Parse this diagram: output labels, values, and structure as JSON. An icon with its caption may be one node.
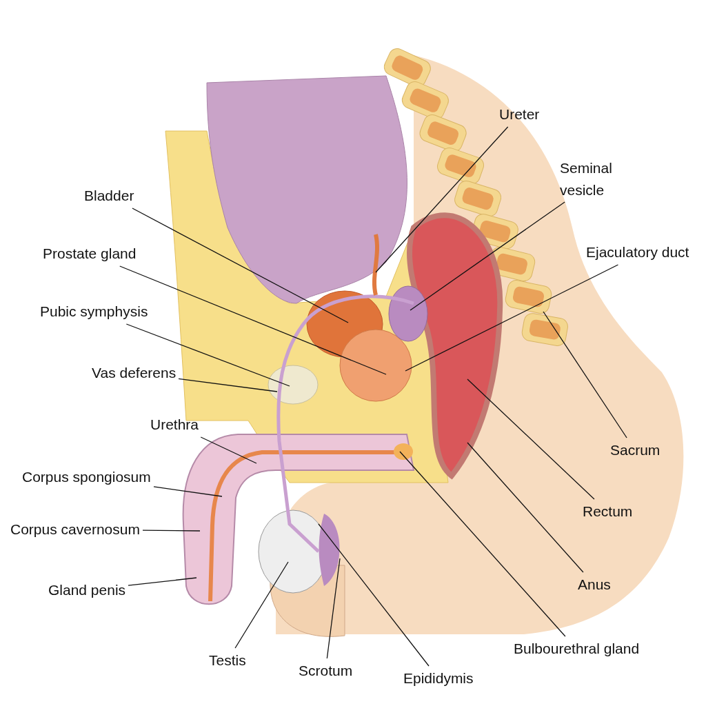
{
  "diagram": {
    "nodes": [
      {
        "text": [
          "Ureter"
        ]
      },
      {
        "text": [
          "Seminal vesicle"
        ]
      },
      {
        "text": [
          "Bladder"
        ]
      },
      {
        "text": [
          "Ejaculatory duct"
        ]
      },
      {
        "text": [
          "Prostate gland"
        ]
      },
      {
        "text": [
          "Pubic symphysis"
        ]
      },
      {
        "text": [
          "Vas deferens"
        ]
      },
      {
        "text": [
          "Urethra"
        ]
      },
      {
        "text": [
          "Sacrum"
        ]
      },
      {
        "text": [
          "Corpus spongiosum"
        ]
      },
      {
        "text": [
          "Rectum"
        ]
      },
      {
        "text": [
          "Corpus cavernosum"
        ]
      },
      {
        "text": [
          "Anus"
        ]
      },
      {
        "text": [
          "Gland penis"
        ]
      },
      {
        "text": [
          "Bulbourethral gland"
        ]
      },
      {
        "text": [
          "Testis"
        ]
      },
      {
        "text": [
          "Scrotum"
        ]
      },
      {
        "text": [
          "Epididymis"
        ]
      }
    ],
    "edges": [
      {
        "from": 0,
        "to": null,
        "arrow": "none"
      },
      {
        "from": 1,
        "to": null,
        "arrow": "none"
      },
      {
        "from": 2,
        "to": null,
        "arrow": "none"
      },
      {
        "from": 3,
        "to": null,
        "arrow": "none"
      },
      {
        "from": 4,
        "to": null,
        "arrow": "none"
      },
      {
        "from": 5,
        "to": null,
        "arrow": "none"
      },
      {
        "from": 6,
        "to": null,
        "arrow": "none"
      },
      {
        "from": 7,
        "to": null,
        "arrow": "none"
      },
      {
        "from": 8,
        "to": null,
        "arrow": "none"
      },
      {
        "from": 9,
        "to": null,
        "arrow": "none"
      },
      {
        "from": 10,
        "to": null,
        "arrow": "none"
      },
      {
        "from": 11,
        "to": null,
        "arrow": "none"
      },
      {
        "from": 12,
        "to": null,
        "arrow": "none"
      },
      {
        "from": 13,
        "to": null,
        "arrow": "none"
      },
      {
        "from": 14,
        "to": null,
        "arrow": "none"
      },
      {
        "from": 15,
        "to": null,
        "arrow": "none"
      },
      {
        "from": 16,
        "to": null,
        "arrow": "none"
      },
      {
        "from": 17,
        "to": null,
        "arrow": "none"
      }
    ]
  }
}
